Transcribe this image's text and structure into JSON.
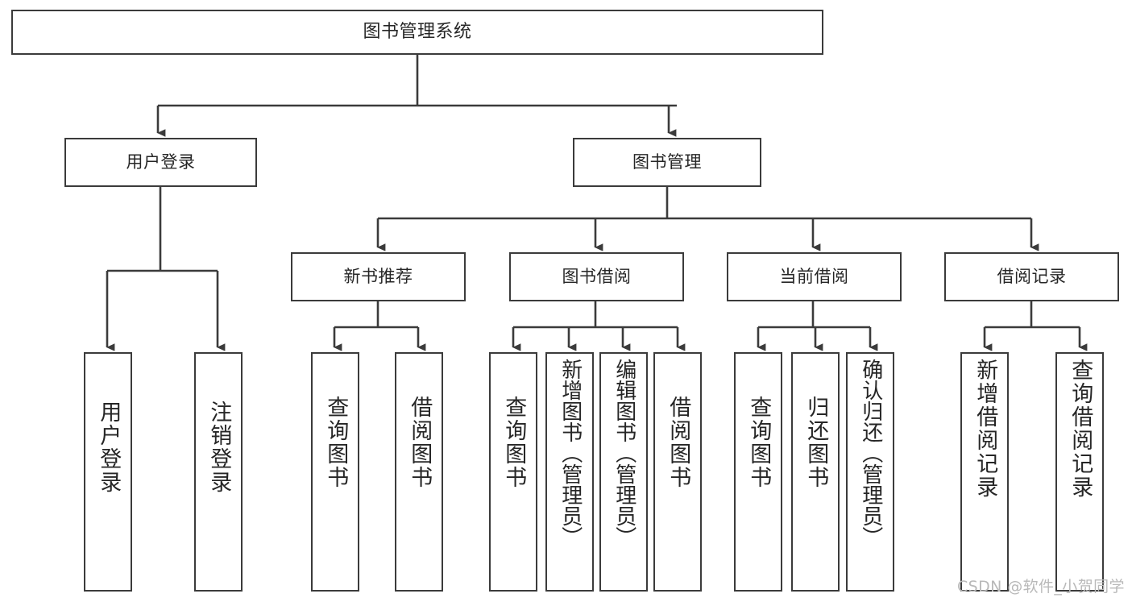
{
  "diagram": {
    "title": "图书管理系统",
    "type": "tree-hierarchy-chart",
    "root": {
      "label": "图书管理系统"
    },
    "level2": [
      {
        "label": "用户登录"
      },
      {
        "label": "图书管理"
      }
    ],
    "level3": [
      {
        "label": "新书推荐"
      },
      {
        "label": "图书借阅"
      },
      {
        "label": "当前借阅"
      },
      {
        "label": "借阅记录"
      }
    ],
    "leaves": [
      {
        "label": "用户登录"
      },
      {
        "label": "注销登录"
      },
      {
        "label": "查询图书"
      },
      {
        "label": "借阅图书"
      },
      {
        "label": "查询图书"
      },
      {
        "label": "新增图书（管理员）"
      },
      {
        "label": "编辑图书（管理员）"
      },
      {
        "label": "借阅图书"
      },
      {
        "label": "查询图书"
      },
      {
        "label": "归还图书"
      },
      {
        "label": "确认归还（管理员）"
      },
      {
        "label": "新增借阅记录"
      },
      {
        "label": "查询借阅记录"
      }
    ]
  },
  "watermark": {
    "text": "CSDN @软件_小贺同学"
  },
  "colors": {
    "border": "#3b3b3b",
    "text": "#262626",
    "background": "#ffffff",
    "edge": "#3b3b3b",
    "watermark": "#b9b9b9"
  }
}
